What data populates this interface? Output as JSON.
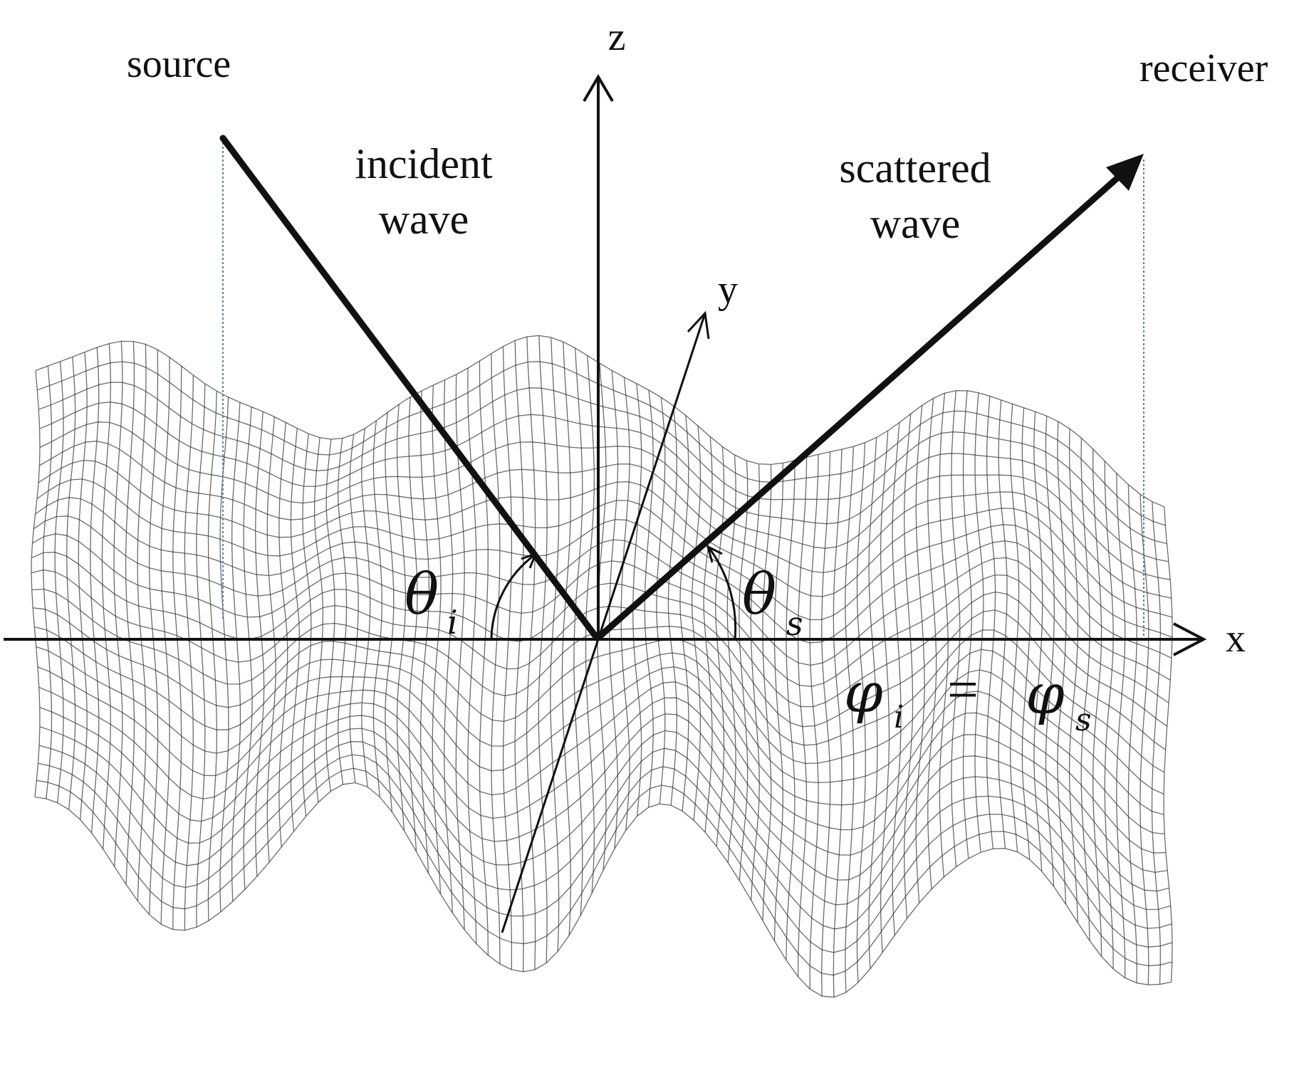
{
  "labels": {
    "source": "source",
    "receiver": "receiver",
    "incident_line1": "incident",
    "incident_line2": "wave",
    "scattered_line1": "scattered",
    "scattered_line2": "wave",
    "axis_x": "x",
    "axis_y": "y",
    "axis_z": "z"
  },
  "math": {
    "theta_i": {
      "symbol": "θ",
      "subscript": "i"
    },
    "theta_s": {
      "symbol": "θ",
      "subscript": "s"
    },
    "phi_relation": {
      "left": "φ",
      "left_sub": "i",
      "eq": "=",
      "right": "φ",
      "right_sub": "s"
    }
  },
  "colors": {
    "ink": "#111111",
    "mesh": "#3a3a3a",
    "guide": "#5a7fb0",
    "background": "#ffffff"
  }
}
